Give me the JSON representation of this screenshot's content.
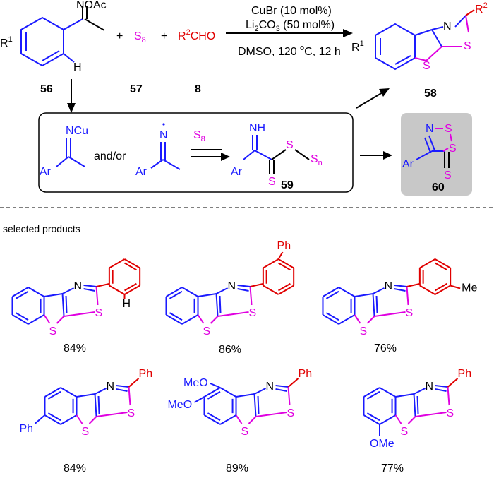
{
  "reagents": {
    "r1": "R",
    "r1_sup": "1",
    "oxime": "NOAc",
    "h": "H",
    "s8": "S",
    "s8_sub": "8",
    "aldehyde_r": "R",
    "aldehyde_sup": "2",
    "aldehyde_cho": "CHO",
    "plus": "+"
  },
  "labels": {
    "c56": "56",
    "c57": "57",
    "c8": "8",
    "c58": "58",
    "c59": "59",
    "c60": "60"
  },
  "conditions": {
    "line1": "CuBr (10 mol%)",
    "line2_a": "Li",
    "line2_sub1": "2",
    "line2_b": "CO",
    "line2_sub2": "3",
    "line2_c": " (50 mol%)",
    "line3": "DMSO, 120 ",
    "deg": "o",
    "line3_b": "C, 12 h"
  },
  "product58": {
    "r1": "R",
    "r1_sup": "1",
    "r2": "R",
    "r2_sup": "2",
    "n": "N",
    "s1": "S",
    "s2": "S"
  },
  "mechanism": {
    "ncu": "NCu",
    "ar": "Ar",
    "andor": "and/or",
    "ndot": "N",
    "s8": "S",
    "s8_sub": "8",
    "nh": "NH",
    "s": "S",
    "sn": "S",
    "n_sub": "n"
  },
  "product60": {
    "n": "N",
    "s": "S",
    "ar": "Ar"
  },
  "section": {
    "title": "selected products"
  },
  "products": [
    {
      "yield": "84%",
      "sub": "H"
    },
    {
      "yield": "86%",
      "sub": "Ph"
    },
    {
      "yield": "76%",
      "sub": "Me"
    },
    {
      "yield": "84%",
      "sub": "Ph",
      "sub2": "Ph"
    },
    {
      "yield": "89%",
      "sub": "Ph",
      "sub2": "MeO",
      "sub3": "MeO"
    },
    {
      "yield": "77%",
      "sub": "Ph",
      "sub2": "OMe"
    }
  ],
  "atoms": {
    "n": "N",
    "s": "S"
  }
}
